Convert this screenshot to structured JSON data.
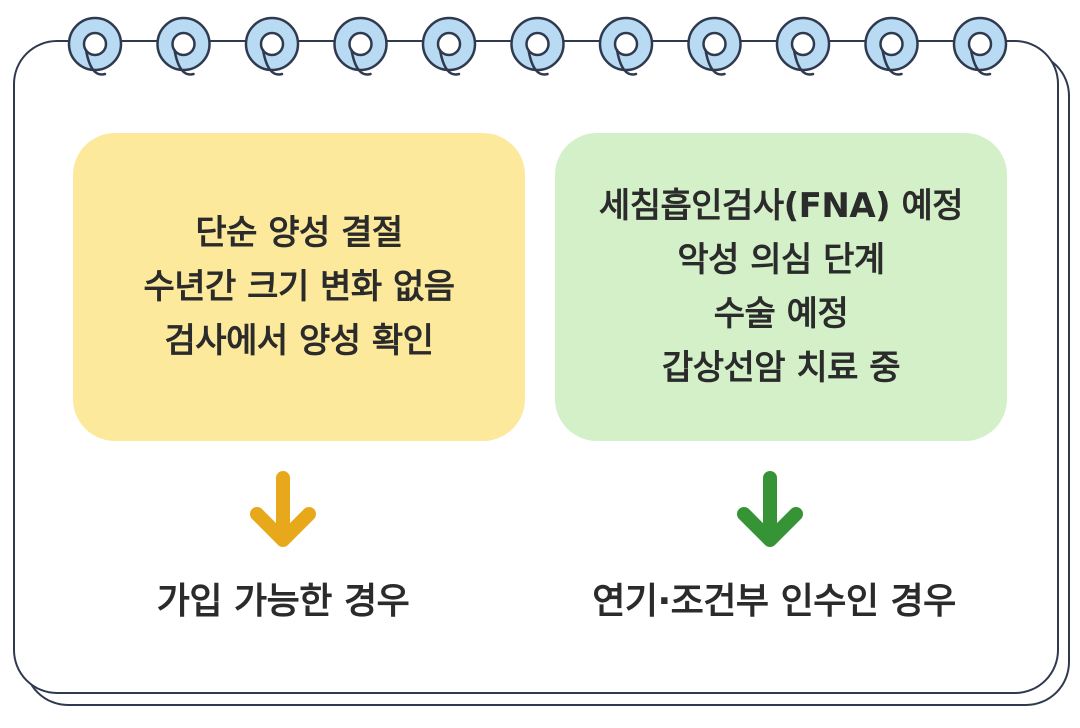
{
  "colors": {
    "left_box_fill": "#fde99b",
    "right_box_fill": "#d3f0c8",
    "left_arrow": "#e8a81c",
    "right_arrow": "#369437",
    "ring_fill": "#b9daf3",
    "outline": "#2f3a4f"
  },
  "left_panel": {
    "lines": [
      "단순 양성 결절",
      "수년간 크기 변화 없음",
      "검사에서 양성 확인"
    ],
    "arrow_icon": "arrow-down-icon",
    "result": "가입 가능한 경우"
  },
  "right_panel": {
    "lines": [
      "세침흡인검사(FNA) 예정",
      "악성 의심 단계",
      "수술 예정",
      "갑상선암 치료 중"
    ],
    "arrow_icon": "arrow-down-icon",
    "result": "연기·조건부 인수인 경우"
  },
  "decoration": {
    "ring_icon": "spiral-binding-ring-icon",
    "ring_count": 11
  }
}
